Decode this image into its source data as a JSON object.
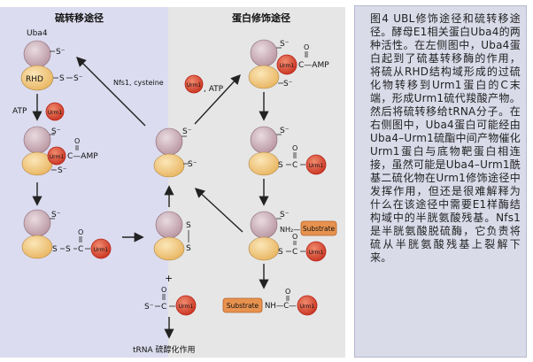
{
  "left_panel": {
    "title": "硫转移途径",
    "protein_label": "Uba4",
    "rhd_label": "RHD",
    "atp_label": "ATP",
    "nfs1_label": "Nfs1, cysteine",
    "s_minus": "S⁻",
    "s_label": "S",
    "amp_label": "C—AMP",
    "plus_sign": "+",
    "bottom_label": "tRNA 硫醇化作用"
  },
  "right_panel": {
    "title": "蛋白修饰途径",
    "atp_label": ", ATP",
    "amp_label": "C—AMP",
    "nh2_label": "NH₂—",
    "substrate_label": "Substrate",
    "nh_c_label": "NH—C—",
    "c_label": "C"
  },
  "urm1_label": "Urm1",
  "oxygen_label": "O",
  "caption": "图4 UBL修饰途径和硫转移途径。酵母E1相关蛋白Uba4的两种活性。在左侧图中，Uba4蛋白起到了硫基转移酶的作用，将硫从RHD结构域形成的过硫化物转移到Urm1蛋白的C末端，形成Urm1硫代羧酸产物。然后将硫转移给tRNA分子。在右侧图中，Uba4蛋白可能经由Uba4–Urm1硫酯中间产物催化Urm1蛋白与底物靶蛋白相连接，虽然可能是Uba4–Urm1酰基二硫化物在Urm1修饰途径中发挥作用，但还是很难解释为什么在该途径中需要E1样酶结构域中的半胱氨酸残基。Nfs1是半胱氨酸脱硫酶，它负责将硫从半胱氨酸残基上裂解下来。",
  "colors": {
    "left_bg": "#dcdcf0",
    "mid_bg": "#e6e6e6",
    "caption_bg": "#d9dbe9",
    "top_domain": "#cdb3bc",
    "bottom_domain": "#f3cf8c",
    "urm1_fill": "#e0543c",
    "urm1_ring": "#c12a1f",
    "substrate_fill": "#e8924f"
  }
}
